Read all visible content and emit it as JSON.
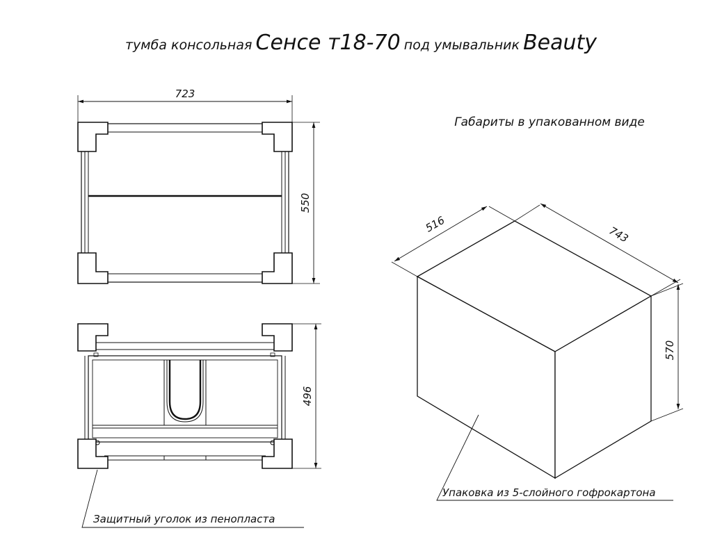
{
  "title": {
    "part1": "тумба консольная",
    "model": "Сенсе т18-70",
    "part2": "под умывальник",
    "series": "Beauty"
  },
  "top_view": {
    "width_label": "723",
    "depth_label": "550"
  },
  "front_view": {
    "height_label": "496"
  },
  "package": {
    "heading": "Габариты в упакованном виде",
    "depth_label": "516",
    "width_label": "743",
    "height_label": "570",
    "material_label": "Упаковка из 5-слойного гофрокартона"
  },
  "corner_label": "Защитный уголок из пенопласта"
}
